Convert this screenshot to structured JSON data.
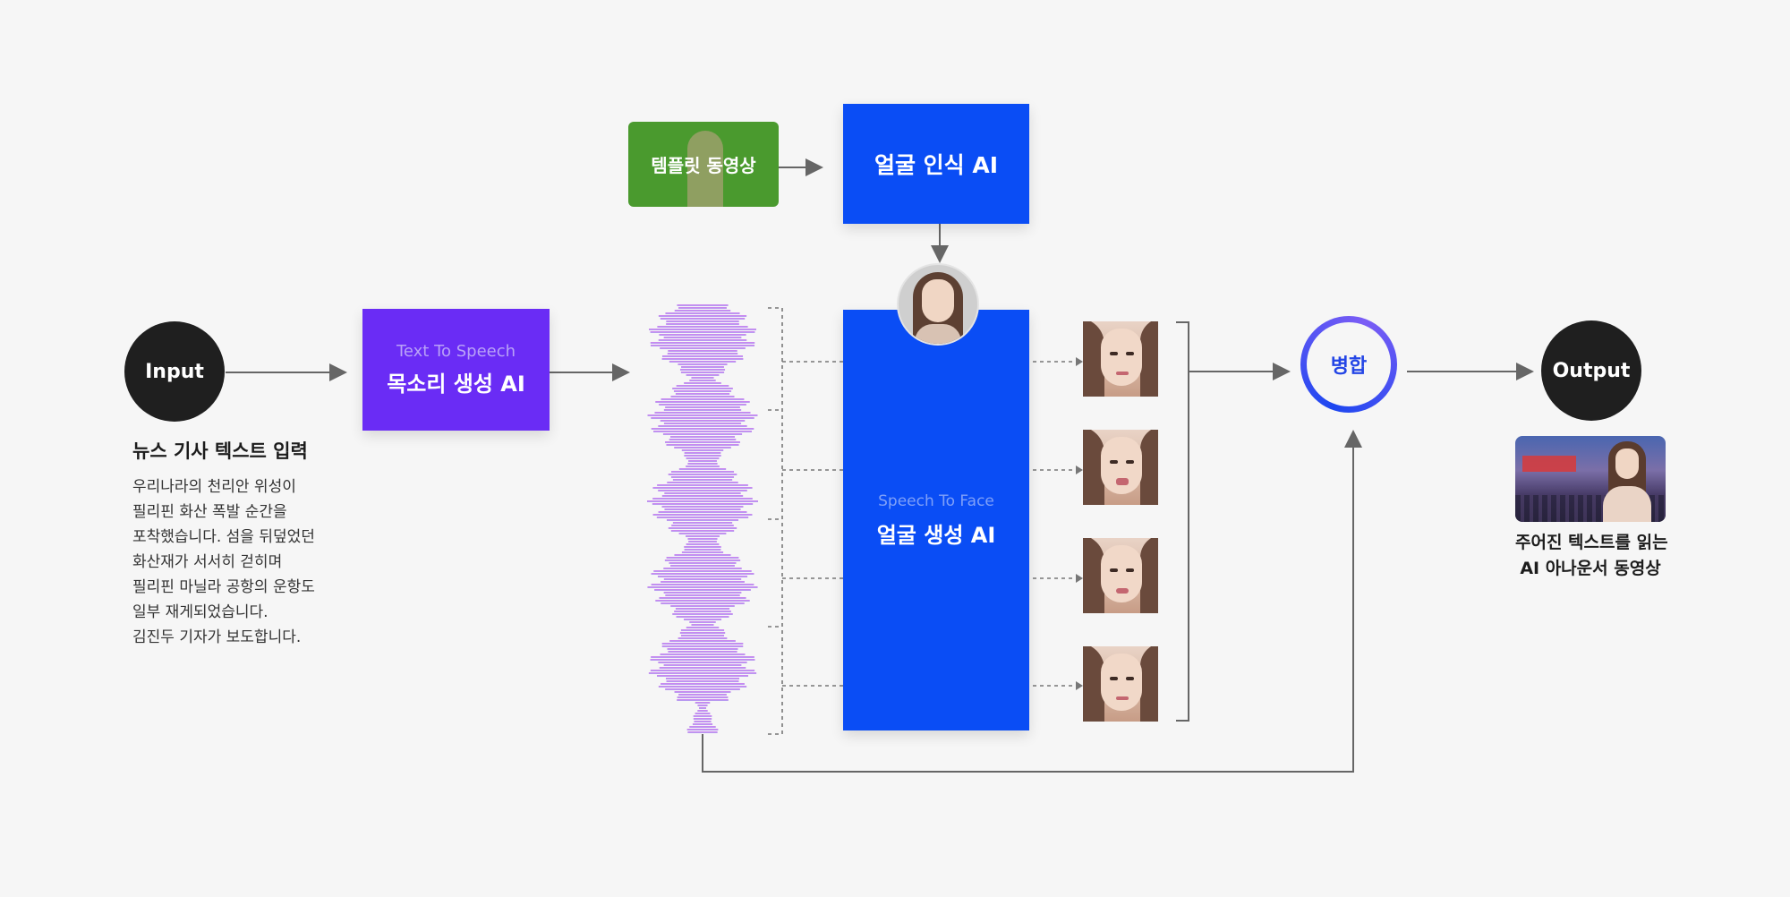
{
  "input": {
    "label": "Input"
  },
  "output": {
    "label": "Output"
  },
  "news": {
    "heading": "뉴스 기사 텍스트 입력",
    "lines": [
      "우리나라의 천리안 위성이",
      "필리핀 화산 폭발 순간을",
      "포착했습니다. 섬을 뒤덮었던",
      "화산재가 서서히 걷히며",
      "필리핀 마닐라 공항의 운항도",
      "일부 재게되었습니다.",
      "김진두 기자가 보도합니다."
    ]
  },
  "tts": {
    "subtitle": "Text To Speech",
    "title": "목소리 생성 AI"
  },
  "template_video": {
    "label": "템플릿 동영상"
  },
  "face_recognition": {
    "title": "얼굴 인식 AI"
  },
  "face_generation": {
    "subtitle": "Speech To Face",
    "title": "얼굴 생성 AI"
  },
  "merge": {
    "label": "병합"
  },
  "output_caption": {
    "line1": "주어진 텍스트를 읽는",
    "line2": "AI 아나운서 동영상"
  },
  "colors": {
    "tts_box": "#6a2cf5",
    "template_box": "#4a9a2e",
    "blue_box": "#0a4df5",
    "merge_ring": "#3a4df5",
    "dark_circle": "#1f1f1f",
    "wave_pink": "#ef5df0",
    "wave_cyan": "#6ee0f0"
  }
}
